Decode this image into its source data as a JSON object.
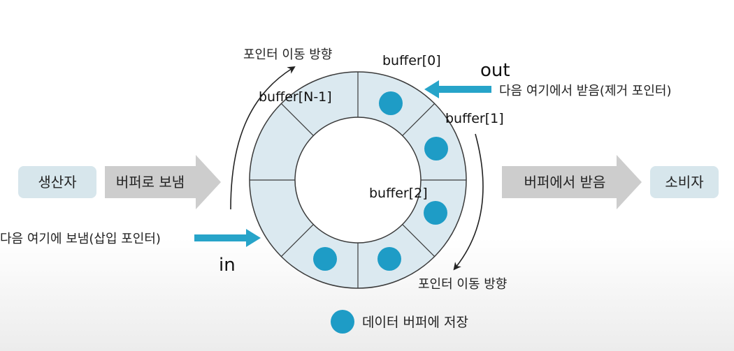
{
  "nodes": {
    "producer": "생산자",
    "consumer": "소비자"
  },
  "arrows": {
    "send_to_buffer": "버퍼로 보냄",
    "receive_from_buffer": "버퍼에서 받음"
  },
  "pointers": {
    "in_label": "in",
    "in_desc": "다음 여기에 보냄(삽입 포인터)",
    "out_label": "out",
    "out_desc": "다음 여기에서 받음(제거 포인터)"
  },
  "rotation_labels": {
    "top": "포인터 이동 방향",
    "bottom": "포인터 이동 방향"
  },
  "slot_labels": {
    "buffer_0": "buffer[0]",
    "buffer_1": "buffer[1]",
    "buffer_2": "buffer[2]",
    "buffer_n1": "buffer[N-1]"
  },
  "legend": {
    "data_stored": "데이터 버퍼에 저장"
  },
  "colors": {
    "ring_fill": "#dbe9f0",
    "ring_stroke": "#3a3a3a",
    "data_dot": "#1e9cc6",
    "pointer_arrow": "#27a4c9",
    "box_fill": "#d7e6ec",
    "gray_arrow": "#cdcdcd",
    "text": "#222222"
  }
}
